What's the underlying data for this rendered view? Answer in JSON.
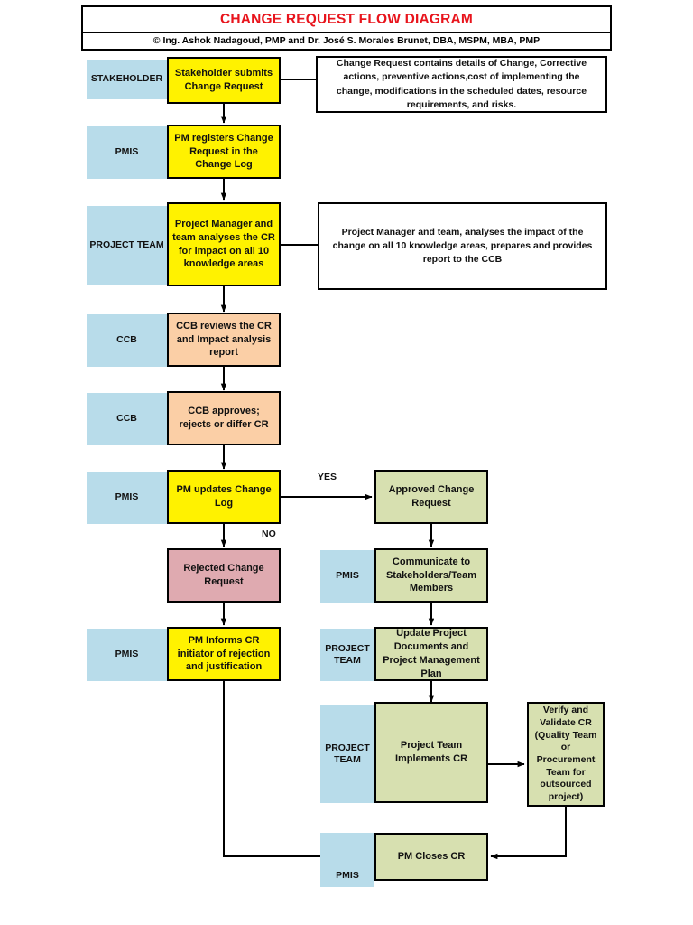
{
  "title": {
    "main": "CHANGE REQUEST FLOW DIAGRAM",
    "credit": "©  Ing. Ashok Nadagoud, PMP and Dr. José S. Morales Brunet, DBA, MSPM, MBA, PMP"
  },
  "colors": {
    "title_text": "#e8141c",
    "lane": "#b8dcea",
    "yellow": "#fff200",
    "peach": "#fbcfa6",
    "green": "#d7e0b0",
    "pink": "#dfaab0",
    "border": "#000000"
  },
  "lanes": {
    "stakeholder": "STAKEHOLDER",
    "pmis": "PMIS",
    "project_team": "PROJECT TEAM",
    "ccb": "CCB",
    "project_team_2lines": "PROJECT\nTEAM"
  },
  "nodes": {
    "stakeholder_submits": "Stakeholder submits Change Request",
    "pm_registers": "PM registers Change Request in the Change Log",
    "pm_team_analyses": "Project Manager and team analyses the CR for impact on all 10 knowledge areas",
    "ccb_reviews": "CCB reviews the CR and Impact analysis report",
    "ccb_approves": "CCB approves; rejects or differ CR",
    "pm_updates_log": "PM updates Change Log",
    "approved_cr": "Approved Change Request",
    "rejected_cr": "Rejected Change Request",
    "communicate": "Communicate to Stakeholders/Team Members",
    "pm_informs": "PM Informs CR initiator of rejection and justification",
    "update_docs": "Update Project Documents and Project Management Plan",
    "team_implements": "Project Team Implements CR",
    "verify_validate": "Verify and Validate CR (Quality Team or Procurement Team for outsourced project)",
    "pm_closes": "PM Closes CR"
  },
  "notes": {
    "change_request_details": "Change Request contains details of Change, Corrective actions, preventive actions,cost of implementing the change, modifications in the scheduled dates, resource requirements, and risks.",
    "impact_analysis": "Project Manager and team, analyses the impact of the change on all 10 knowledge areas, prepares and provides report to the CCB"
  },
  "flow_labels": {
    "yes": "YES",
    "no": "NO"
  }
}
